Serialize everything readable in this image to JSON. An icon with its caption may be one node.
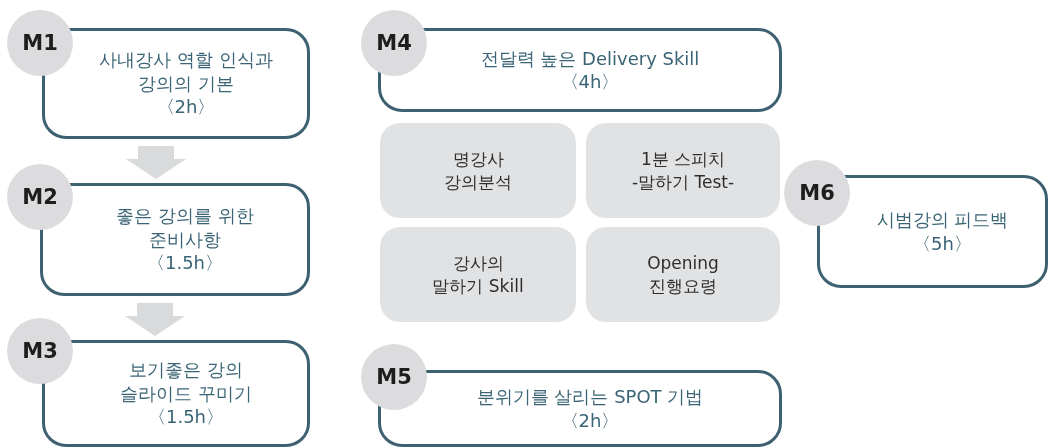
{
  "diagram": {
    "nodes": [
      {
        "text": [
          "M1"
        ]
      },
      {
        "text": [
          "사내강사 역할 인식과 강의의 기본",
          "〈2h〉"
        ]
      },
      {
        "text": [
          "M2"
        ]
      },
      {
        "text": [
          "좋은 강의를 위한 준비사항",
          "〈1.5h〉"
        ]
      },
      {
        "text": [
          "M3"
        ]
      },
      {
        "text": [
          "보기좋은 강의 슬라이드 꾸미기",
          "〈1.5h〉"
        ]
      },
      {
        "text": [
          "M4"
        ]
      },
      {
        "text": [
          "전달력 높은 Delivery Skill",
          "〈4h〉"
        ]
      },
      {
        "text": [
          "명강사 강의분석"
        ]
      },
      {
        "text": [
          "1분 스피치 -말하기 Test-"
        ]
      },
      {
        "text": [
          "강사의 말하기 Skill"
        ]
      },
      {
        "text": [
          "Opening 진행요령"
        ]
      },
      {
        "text": [
          "M5"
        ]
      },
      {
        "text": [
          "분위기를 살리는 SPOT 기법",
          "〈2h〉"
        ]
      },
      {
        "text": [
          "M6"
        ]
      },
      {
        "text": [
          "시범강의 피드백",
          "〈5h〉"
        ]
      }
    ],
    "edges": [
      {
        "from": 1,
        "to": 3,
        "arrow": "to"
      },
      {
        "from": 3,
        "to": 5,
        "arrow": "to"
      }
    ]
  }
}
